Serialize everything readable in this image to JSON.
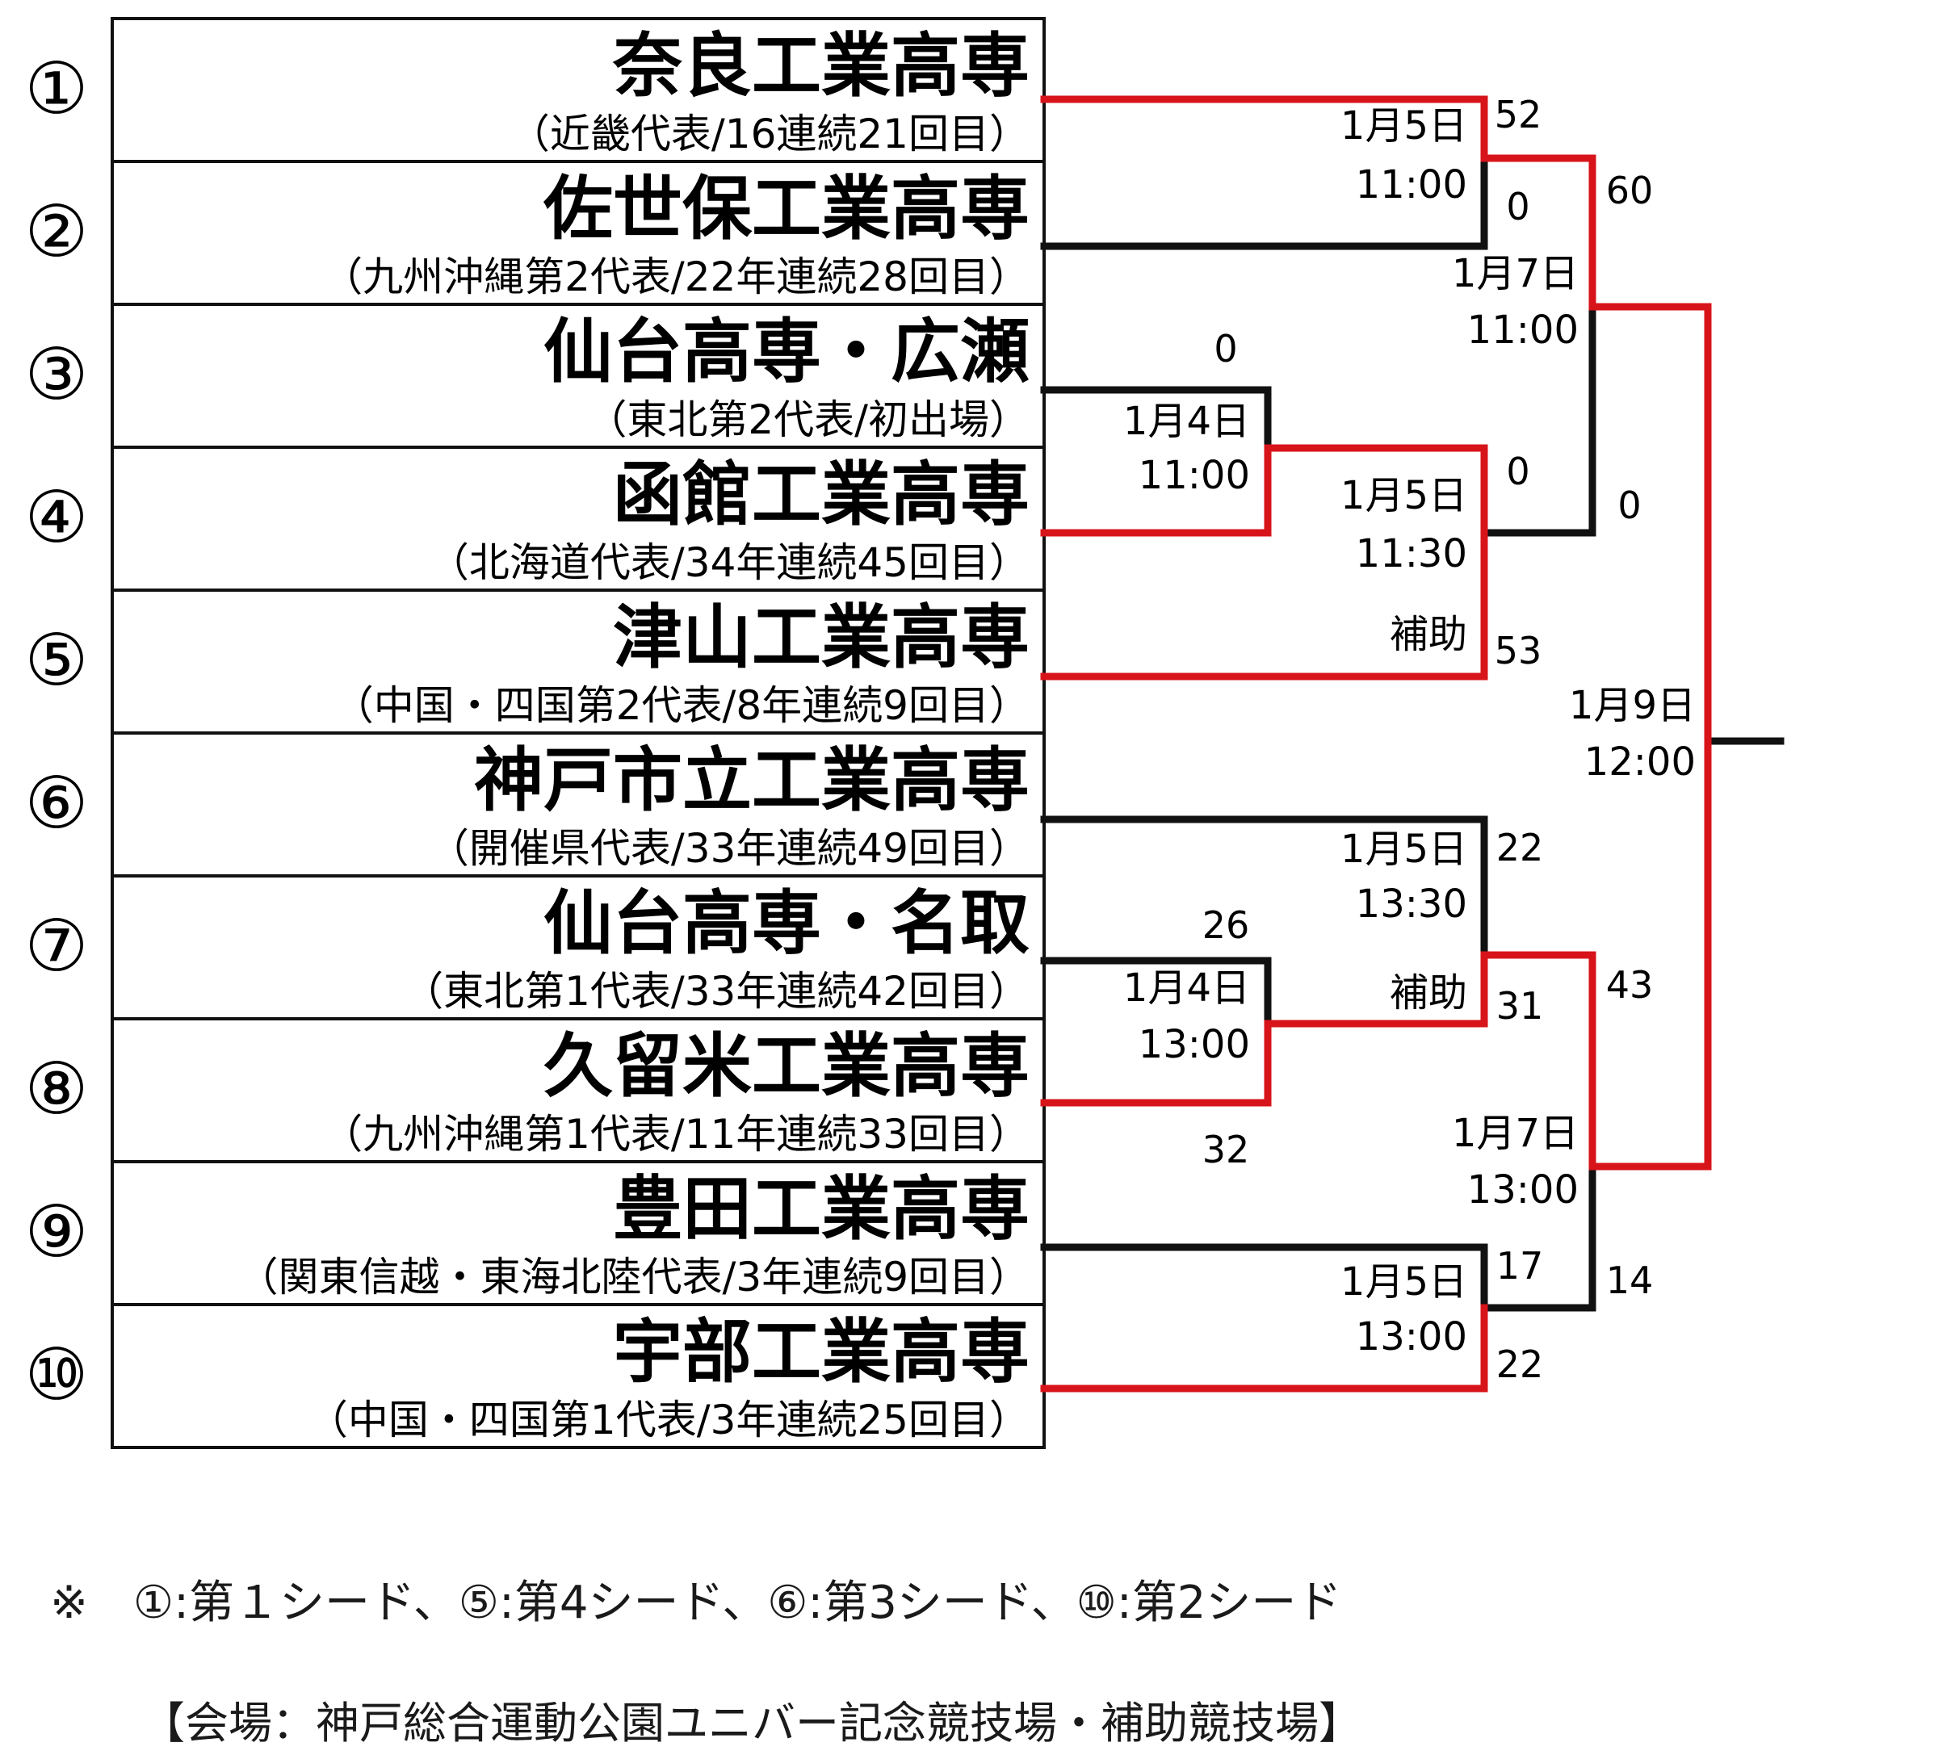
{
  "colors": {
    "win": "#d7141a",
    "line": "#111111"
  },
  "teams": [
    {
      "seed": "①",
      "name": "奈良工業高専",
      "sub": "（近畿代表/16連続21回目）"
    },
    {
      "seed": "②",
      "name": "佐世保工業高専",
      "sub": "（九州沖縄第2代表/22年連続28回目）"
    },
    {
      "seed": "③",
      "name": "仙台高専・広瀬",
      "sub": "（東北第2代表/初出場）"
    },
    {
      "seed": "④",
      "name": "函館工業高専",
      "sub": "（北海道代表/34年連続45回目）"
    },
    {
      "seed": "⑤",
      "name": "津山工業高専",
      "sub": "（中国・四国第2代表/8年連続9回目）"
    },
    {
      "seed": "⑥",
      "name": "神戸市立工業高専",
      "sub": "（開催県代表/33年連続49回目）"
    },
    {
      "seed": "⑦",
      "name": "仙台高専・名取",
      "sub": "（東北第1代表/33年連続42回目）"
    },
    {
      "seed": "⑧",
      "name": "久留米工業高専",
      "sub": "（九州沖縄第1代表/11年連続33回目）"
    },
    {
      "seed": "⑨",
      "name": "豊田工業高専",
      "sub": "（関東信越・東海北陸代表/3年連続9回目）"
    },
    {
      "seed": "⑩",
      "name": "宇部工業高専",
      "sub": "（中国・四国第1代表/3年連続25回目）"
    }
  ],
  "matches": [
    {
      "id": "r1a",
      "date": "1月4日",
      "time": "11:00",
      "venue": "",
      "top_score": "0",
      "bottom_score": "",
      "winner": "bottom"
    },
    {
      "id": "r1b",
      "date": "1月4日",
      "time": "13:00",
      "venue": "",
      "top_score": "26",
      "bottom_score": "32",
      "winner": "bottom"
    },
    {
      "id": "qf1",
      "date": "1月5日",
      "time": "11:00",
      "venue": "",
      "top_score": "52",
      "bottom_score": "0",
      "winner": "top"
    },
    {
      "id": "qf2",
      "date": "1月5日",
      "time": "11:30",
      "venue": "補助",
      "top_score": "0",
      "bottom_score": "53",
      "winner": "bottom"
    },
    {
      "id": "qf3",
      "date": "1月5日",
      "time": "13:30",
      "venue": "補助",
      "top_score": "22",
      "bottom_score": "31",
      "winner": "bottom"
    },
    {
      "id": "qf4",
      "date": "1月5日",
      "time": "13:00",
      "venue": "",
      "top_score": "17",
      "bottom_score": "22",
      "winner": "bottom"
    },
    {
      "id": "sf1",
      "date": "1月7日",
      "time": "11:00",
      "venue": "",
      "top_score": "60",
      "bottom_score": "0",
      "winner": "top"
    },
    {
      "id": "sf2",
      "date": "1月7日",
      "time": "13:00",
      "venue": "",
      "top_score": "43",
      "bottom_score": "14",
      "winner": "top"
    },
    {
      "id": "final",
      "date": "1月9日",
      "time": "12:00",
      "venue": "",
      "top_score": "",
      "bottom_score": "",
      "winner": ""
    }
  ],
  "footnote": "※　①:第１シード、⑤:第4シード、⑥:第3シード、⑩:第2シード",
  "venue": "【会場：神戸総合運動公園ユニバー記念競技場・補助競技場】"
}
